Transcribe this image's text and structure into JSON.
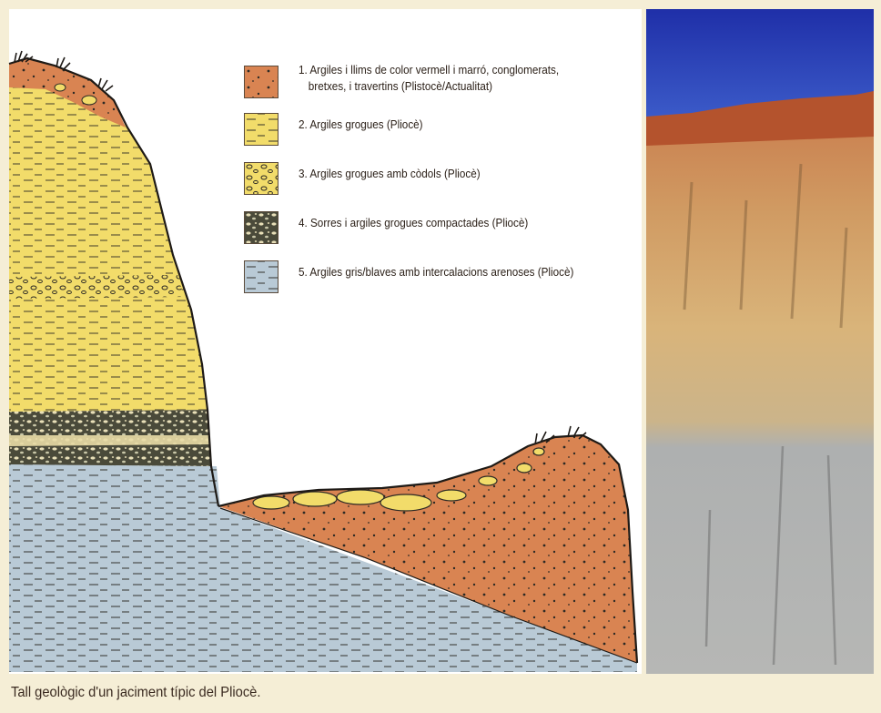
{
  "legend": {
    "items": [
      {
        "line1": "1. Argiles i llims de color vermell i marró, conglomerats,",
        "line2": "bretxes, i travertins (Plistocè/Actualitat)",
        "color": "#d98452"
      },
      {
        "line1": "2. Argiles grogues (Pliocè)",
        "line2": "",
        "color": "#f2dc6a"
      },
      {
        "line1": "3. Argiles grogues amb còdols (Pliocè)",
        "line2": "",
        "color": "#f2dc6a"
      },
      {
        "line1": "4. Sorres i argiles grogues compactades (Pliocè)",
        "line2": "",
        "color": "#3a3a30"
      },
      {
        "line1": "5. Argiles gris/blaves amb intercalacions arenoses (Pliocè)",
        "line2": "",
        "color": "#b9cad6"
      }
    ]
  },
  "caption": "Tall geològic d'un jaciment típic del Pliocè.",
  "colors": {
    "red_clay": "#d98452",
    "yellow_clay": "#f2dc6a",
    "blue_clay": "#b9cad6",
    "sand": "#3a3a30",
    "sky": "#1a2a9a"
  }
}
